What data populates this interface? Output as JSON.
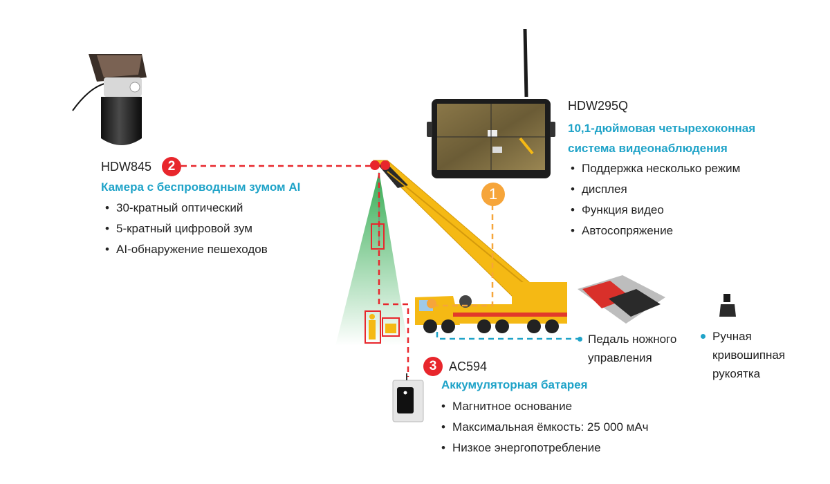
{
  "monitor": {
    "model": "HDW295Q",
    "title_line1": "10,1-дюймовая четырехоконная",
    "title_line2": "система видеонаблюдения",
    "features": [
      "Поддержка несколько режим",
      "дисплея",
      "Функция видео",
      "Автосопряжение"
    ],
    "badge": "1"
  },
  "camera": {
    "model": "HDW845",
    "title": "Камера с беспроводным зумом AI",
    "features": [
      "30-кратный оптический",
      "5-кратный цифровой зум",
      "AI-обнаружение пешеходов"
    ],
    "badge": "2"
  },
  "battery": {
    "model": "AC594",
    "title": "Аккумуляторная батарея",
    "features": [
      "Магнитное основание",
      "Максимальная ёмкость: 25 000 мАч",
      "Низкое энергопотребление"
    ],
    "badge": "3"
  },
  "pedal": {
    "label_line1": "Педаль ножного",
    "label_line2": "управления"
  },
  "crank": {
    "label_line1": "Ручная",
    "label_line2": "кривошипная",
    "label_line3": "рукоятка"
  },
  "colors": {
    "accent": "#1fa3c8",
    "red": "#e8262c",
    "orange": "#f6a53a",
    "crane": "#f5b914"
  }
}
